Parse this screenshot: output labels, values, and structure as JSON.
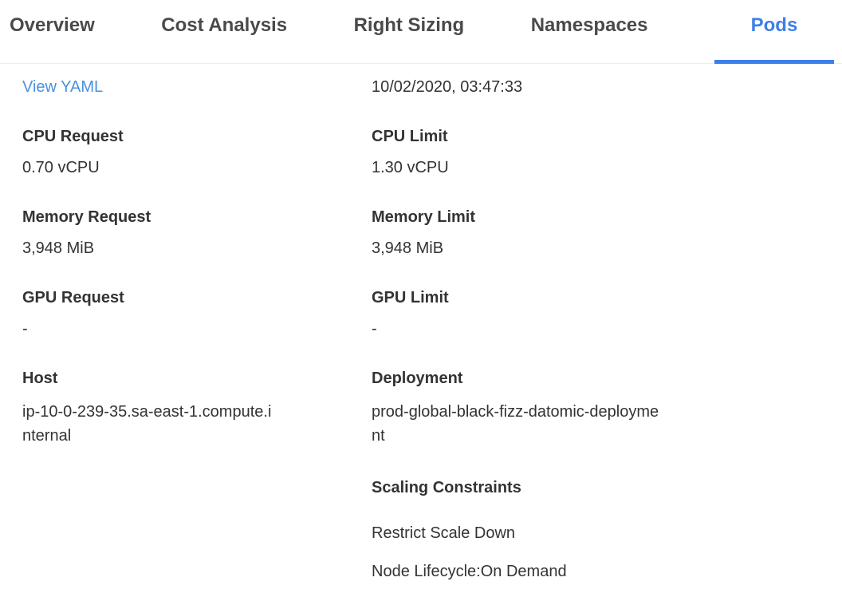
{
  "tabs": {
    "items": [
      {
        "label": "Overview",
        "active": false
      },
      {
        "label": "Cost Analysis",
        "active": false
      },
      {
        "label": "Right Sizing",
        "active": false
      },
      {
        "label": "Namespaces",
        "active": false
      },
      {
        "label": "Pods",
        "active": true
      }
    ]
  },
  "details": {
    "view_yaml_label": "View YAML",
    "timestamp": "10/02/2020, 03:47:33",
    "left_fields": [
      {
        "label": "CPU Request",
        "value": "0.70 vCPU",
        "type": "text"
      },
      {
        "label": "Memory Request",
        "value": "3,948 MiB",
        "type": "text"
      },
      {
        "label": "GPU Request",
        "value": "-",
        "type": "text"
      },
      {
        "label": "Host",
        "value": "ip-10-0-239-35.sa-east-1.compute.internal",
        "type": "link"
      }
    ],
    "right_fields": [
      {
        "label": "CPU Limit",
        "value": "1.30 vCPU",
        "type": "text"
      },
      {
        "label": "Memory Limit",
        "value": "3,948 MiB",
        "type": "text"
      },
      {
        "label": "GPU Limit",
        "value": "-",
        "type": "text"
      },
      {
        "label": "Deployment",
        "value": "prod-global-black-fizz-datomic-deployment",
        "type": "link"
      }
    ],
    "scaling_constraints": {
      "label": "Scaling Constraints",
      "items": [
        "Restrict Scale Down",
        "Node Lifecycle:On Demand"
      ]
    }
  },
  "colors": {
    "accent_blue": "#3d7fe8",
    "link_blue": "#4a90e2",
    "text_dark": "#333333",
    "tab_text": "#4a4a4a",
    "divider": "#ececec"
  }
}
